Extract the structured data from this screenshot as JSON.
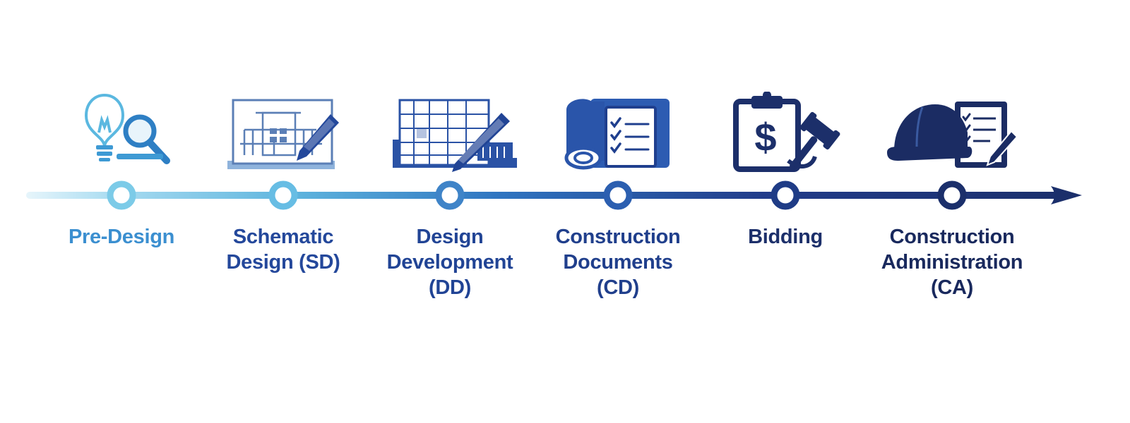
{
  "colors": {
    "line_start": "#a9dcf1",
    "line_mid": "#2f74c0",
    "line_end": "#1b2f6b",
    "pre_design": "#3b8fd0",
    "schematic": "#24489b",
    "development": "#214495",
    "documents": "#203f8c",
    "bidding": "#1c2f6a",
    "administration": "#19295d"
  },
  "phases": [
    {
      "key": "pre_design",
      "icon": "lightbulb-magnifier-icon",
      "lines": [
        "Pre-Design"
      ]
    },
    {
      "key": "schematic",
      "icon": "blueprint-pencil-icon",
      "lines": [
        "Schematic",
        "Design (SD)"
      ]
    },
    {
      "key": "development",
      "icon": "grid-drawing-pen-icon",
      "lines": [
        "Design",
        "Development",
        "(DD)"
      ]
    },
    {
      "key": "documents",
      "icon": "scroll-checklist-icon",
      "lines": [
        "Construction",
        "Documents",
        "(CD)"
      ]
    },
    {
      "key": "bidding",
      "icon": "clipboard-gavel-icon",
      "lines": [
        "Bidding"
      ]
    },
    {
      "key": "administration",
      "icon": "hardhat-checklist-icon",
      "lines": [
        "Construction",
        "Administration",
        "(CA)"
      ]
    }
  ]
}
